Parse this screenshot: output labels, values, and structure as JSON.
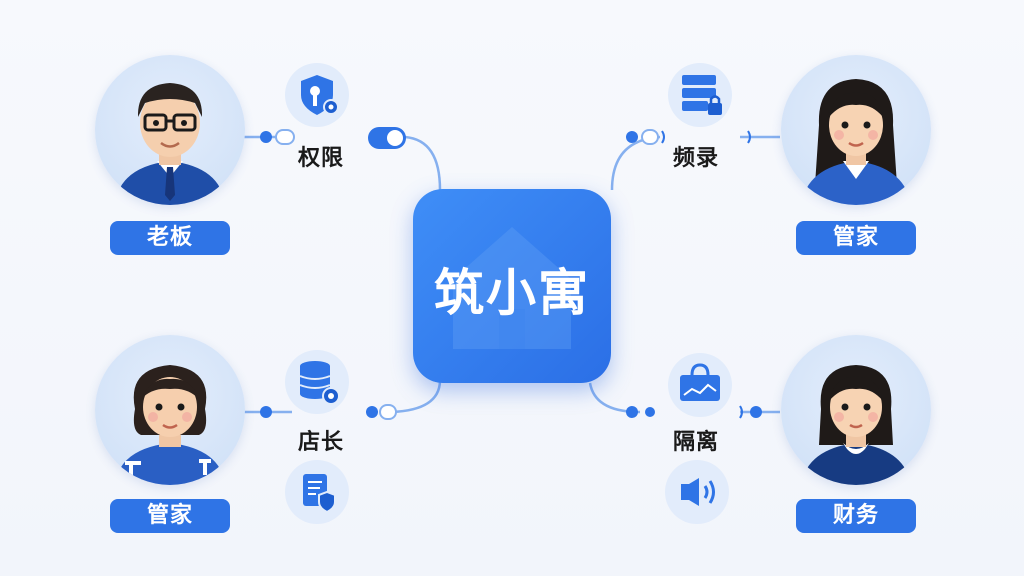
{
  "center": {
    "title": "筑小寓"
  },
  "roles": {
    "top_left": "老板",
    "top_right": "管家",
    "bottom_left": "管家",
    "bottom_right": "财务"
  },
  "features": {
    "top_left": "权限",
    "top_right": "频录",
    "bottom_left": "店长",
    "bottom_right": "隔离"
  },
  "icons": {
    "top_left": "shield-key-gear-icon",
    "top_right": "server-lock-icon",
    "bottom_left": "database-gear-icon",
    "bottom_left_extra": "document-shield-icon",
    "bottom_right": "bag-chart-icon",
    "bottom_right_extra": "speaker-waves-icon"
  },
  "colors": {
    "primary": "#2f74e6",
    "icon_bg": "#e2ecfb",
    "connector": "#7aa8ee"
  }
}
